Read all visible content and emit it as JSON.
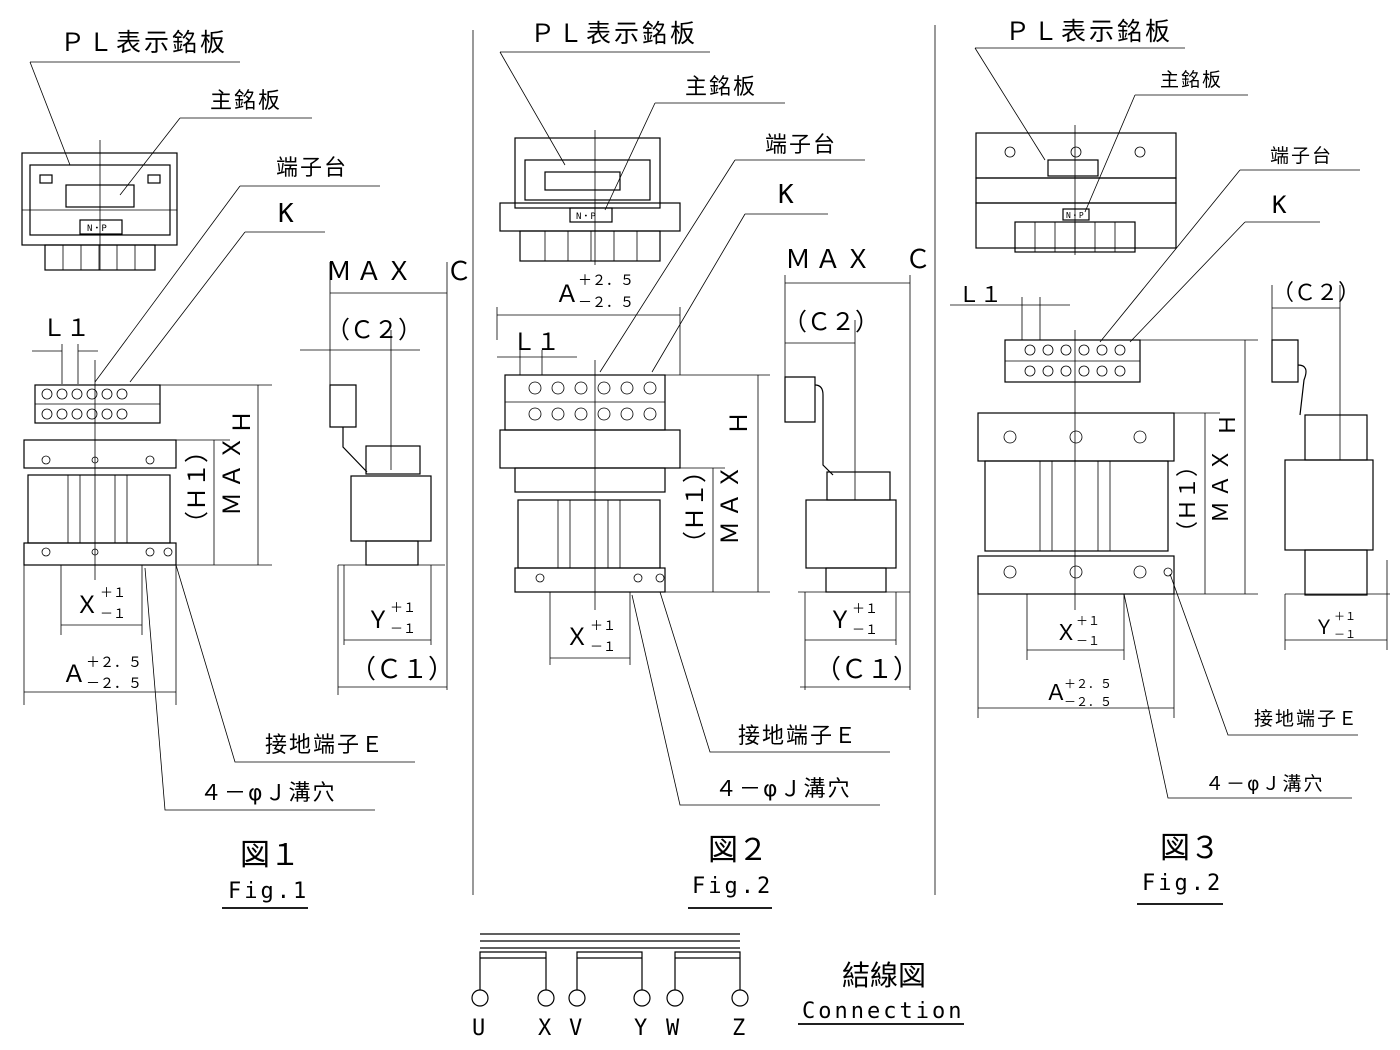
{
  "fig1": {
    "pl_label": "ＰＬ表示銘板",
    "main_plate": "主銘板",
    "terminal_block": "端子台",
    "k": "K",
    "np": "N・P",
    "max_c": "ＭＡＸ　Ｃ",
    "c2": "（Ｃ２）",
    "l1": "Ｌ１",
    "h": "Ｈ",
    "max": "ＭＡＸ",
    "h1": "（Ｈ１）",
    "x": "Ｘ",
    "x_tol_up": "＋１",
    "x_tol_dn": "－１",
    "y": "Ｙ",
    "y_tol_up": "＋１",
    "y_tol_dn": "－１",
    "c1": "（Ｃ１）",
    "a": "Ａ",
    "a_tol_up": "＋２．５",
    "a_tol_dn": "－２．５",
    "ground": "接地端子Ｅ",
    "holes": "４－φＪ溝穴",
    "fig_jp": "図１",
    "fig_en": "Fig.1"
  },
  "fig2": {
    "pl_label": "ＰＬ表示銘板",
    "main_plate": "主銘板",
    "terminal_block": "端子台",
    "k": "K",
    "np": "N・P",
    "max_c": "ＭＡＸ　Ｃ",
    "c2": "（Ｃ２）",
    "l1": "Ｌ１",
    "h": "Ｈ",
    "max": "ＭＡＸ",
    "h1": "（Ｈ１）",
    "x": "Ｘ",
    "x_tol_up": "＋１",
    "x_tol_dn": "－１",
    "y": "Ｙ",
    "y_tol_up": "＋１",
    "y_tol_dn": "－１",
    "c1": "（Ｃ１）",
    "a": "Ａ",
    "a_tol_up": "＋２．５",
    "a_tol_dn": "－２．５",
    "ground": "接地端子Ｅ",
    "holes": "４－φＪ溝穴",
    "fig_jp": "図２",
    "fig_en": "Fig.2"
  },
  "fig3": {
    "pl_label": "ＰＬ表示銘板",
    "main_plate": "主銘板",
    "terminal_block": "端子台",
    "k": "K",
    "np": "N・P",
    "c2": "（Ｃ２）",
    "l1": "Ｌ１",
    "h": "Ｈ",
    "max": "ＭＡＸ",
    "h1": "（Ｈ１）",
    "x": "Ｘ",
    "x_tol_up": "＋１",
    "x_tol_dn": "－１",
    "y": "Ｙ",
    "y_tol_up": "＋１",
    "y_tol_dn": "－１",
    "a": "Ａ",
    "a_tol_up": "＋２．５",
    "a_tol_dn": "－２．５",
    "ground": "接地端子Ｅ",
    "holes": "４－φＪ溝穴",
    "fig_jp": "図３",
    "fig_en": "Fig.2"
  },
  "connection": {
    "title_jp": "結線図",
    "title_en": "Connection",
    "terminals": [
      "U",
      "X",
      "V",
      "Y",
      "W",
      "Z"
    ]
  }
}
